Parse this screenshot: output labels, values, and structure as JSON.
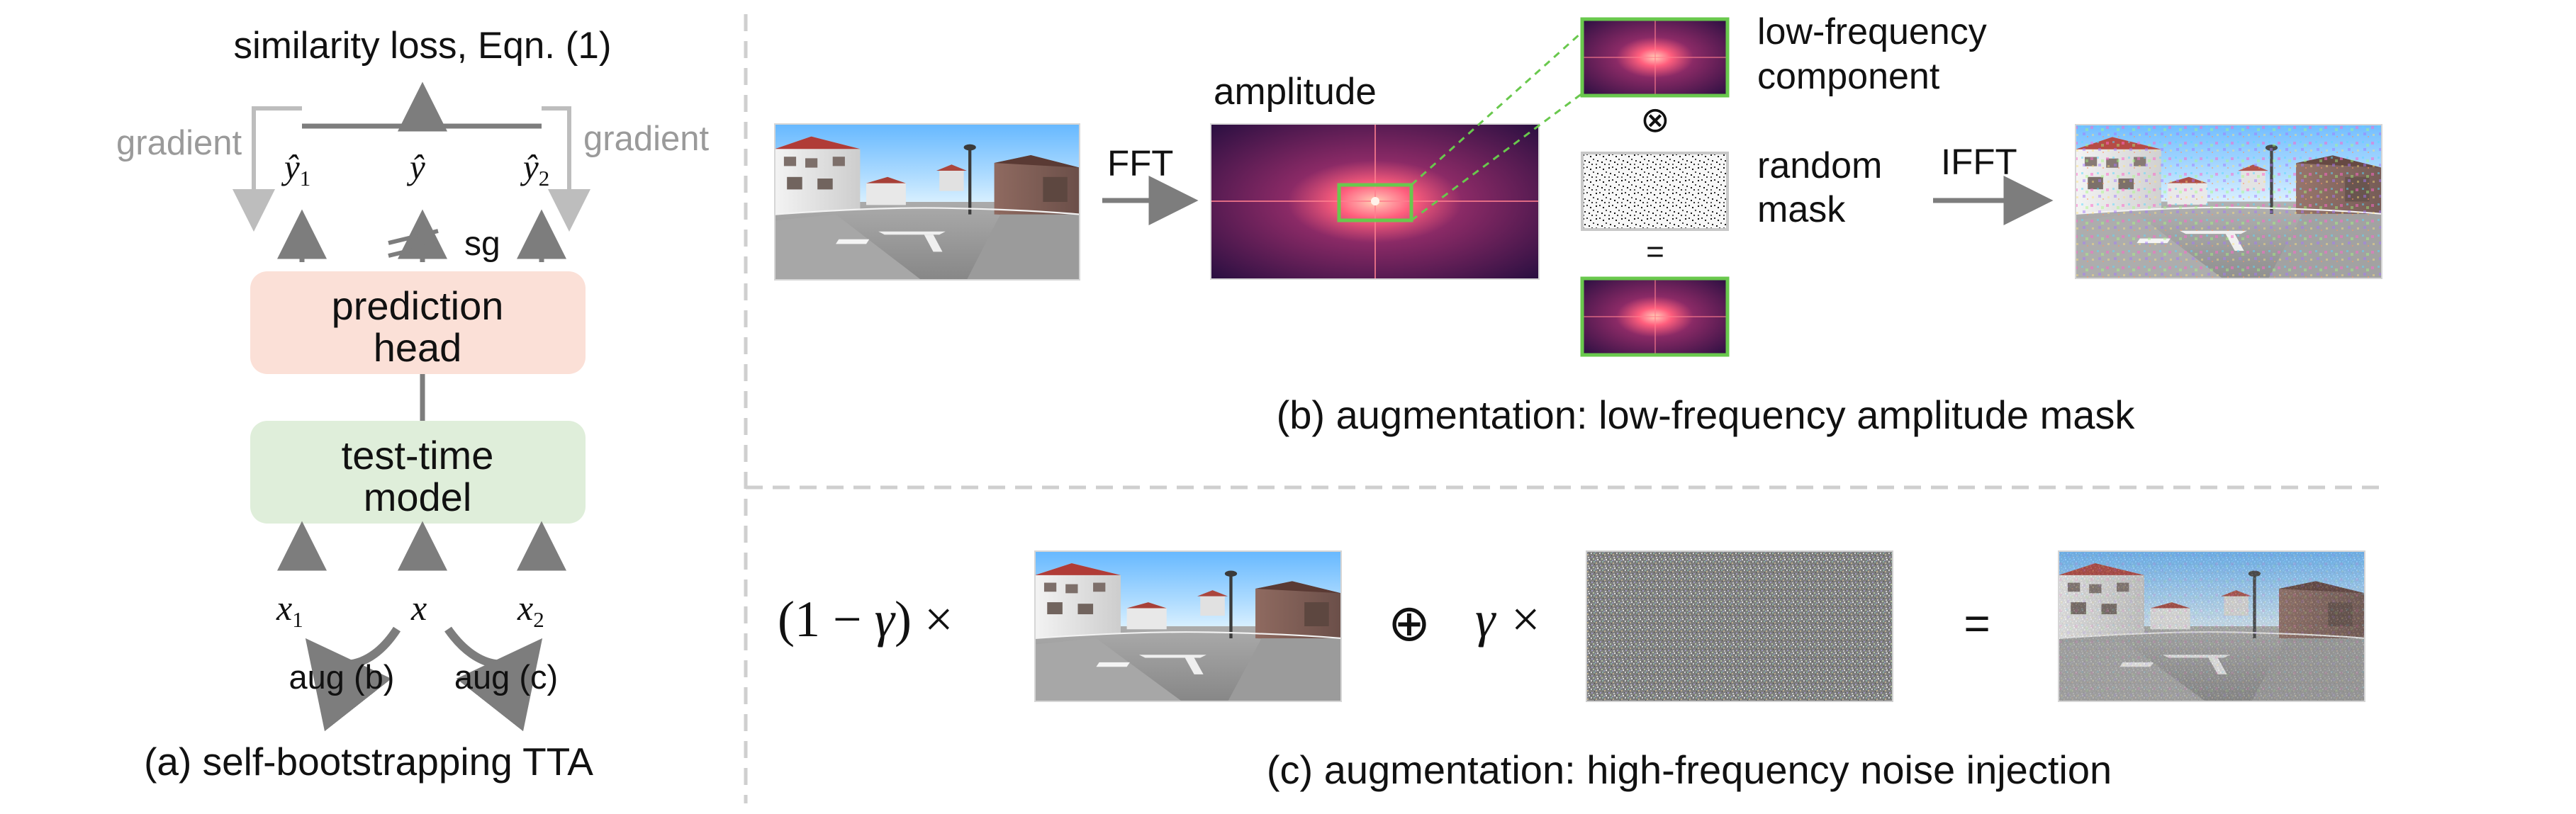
{
  "panel_a": {
    "loss_title": "similarity loss, Eqn. (1)",
    "gradient_left": "gradient",
    "gradient_right": "gradient",
    "yhat1_base": "ŷ",
    "yhat1_sub": "1",
    "yhat_center": "ŷ",
    "yhat2_base": "ŷ",
    "yhat2_sub": "2",
    "stop_grad": "sg",
    "prediction_head_line1": "prediction",
    "prediction_head_line2": "head",
    "model_line1": "test-time",
    "model_line2": "model",
    "x1_base": "x",
    "x1_sub": "1",
    "x_center": "x",
    "x2_base": "x",
    "x2_sub": "2",
    "aug_b": "aug (b)",
    "aug_c": "aug (c)",
    "caption": "(a) self-bootstrapping TTA"
  },
  "panel_b": {
    "fft": "FFT",
    "amplitude": "amplitude",
    "low_freq_line1": "low-frequency",
    "low_freq_line2": "component",
    "otimes": "⊗",
    "random_line1": "random",
    "random_line2": "mask",
    "equals": "=",
    "ifft": "IFFT",
    "caption": "(b) augmentation: low-frequency amplitude mask"
  },
  "panel_c": {
    "coef_prefix": "(1 − ",
    "coef_gamma": "γ",
    "coef_suffix": ") ×",
    "oplus": "⊕",
    "gamma_times": "γ ×",
    "equals": "=",
    "caption": "(c) augmentation: high-frequency noise injection"
  },
  "colors": {
    "prediction_head_fill": "#fbe0d7",
    "model_fill": "#dfeeda",
    "dashed_divider": "#cfcfcf",
    "arrow_gray": "#7d7d7d",
    "text_gray": "#9a9a9a",
    "highlight_green": "#69c84d",
    "spectrum_dark": "#2a0f41",
    "spectrum_hot": "#ff5e7d"
  },
  "icons": [
    "road-scene-image",
    "fft-amplitude-image",
    "random-mask-image",
    "high-frequency-noise-image",
    "augmented-image"
  ]
}
